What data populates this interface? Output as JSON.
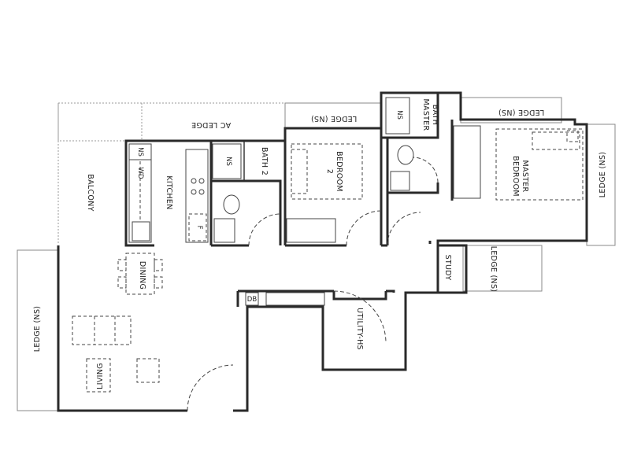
{
  "labels": {
    "balcony": "BALCONY",
    "kitchen": "KITCHEN",
    "ac_ledge": "AC LEDGE",
    "ledge_ns_top": "LEDGE (NS)",
    "ledge_ns_top_right": "LEDGE (NS)",
    "ledge_ns_right": "LEDGE (NS)",
    "ledge_ns_study": "LEDGE (NS)",
    "ledge_ns_left": "LEDGE (NS)",
    "bath2": "BATH 2",
    "bedroom2_line1": "BEDROOM",
    "bedroom2_line2": "2",
    "master_bath_line1": "MASTER",
    "master_bath_line2": "BATH",
    "master_bedroom_line1": "MASTER",
    "master_bedroom_line2": "BEDROOM",
    "study": "STUDY",
    "dining": "DINING",
    "living": "LIVING",
    "db": "DB",
    "utility": "UTILITY-HS",
    "ns_kitchen": "NS",
    "ns_bath2": "NS",
    "ns_master": "NS",
    "wd": "WD",
    "fridge": "F"
  },
  "colors": {
    "wall": "#2a2a2a",
    "ledge": "#8a8a8a",
    "dashed_furniture": "#444444"
  }
}
